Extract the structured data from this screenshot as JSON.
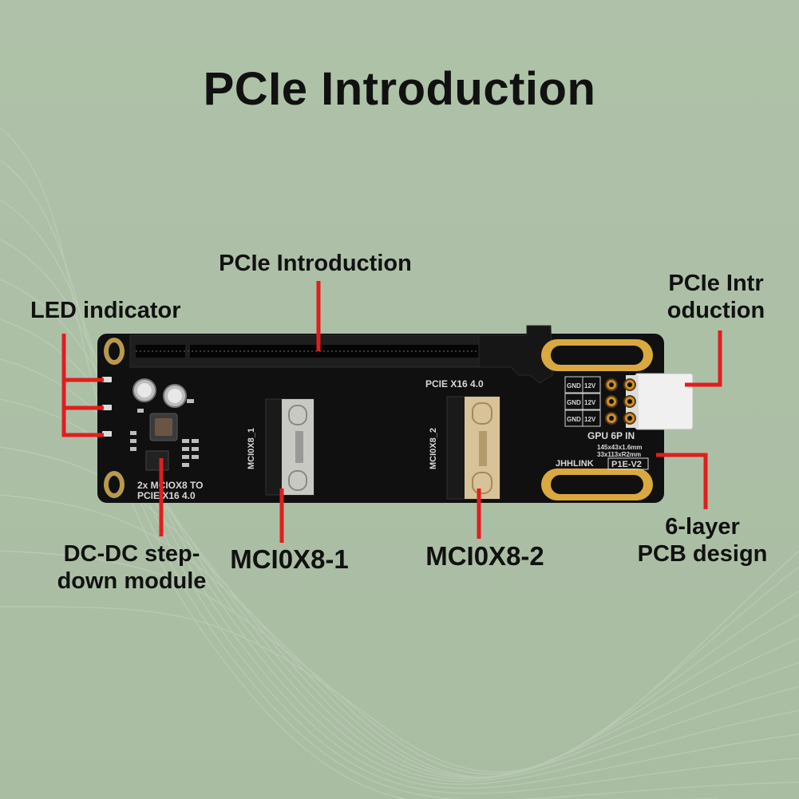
{
  "title": "PCIe Introduction",
  "callouts": {
    "slot": "PCIe Introduction",
    "power_connector": "PCIe Intr\noduction",
    "led": "LED indicator",
    "dcdc": "DC-DC step-\ndown module",
    "port1": "MCI0X8-1",
    "port2": "MCI0X8-2",
    "pcb": "6-layer\nPCB design"
  },
  "board_silkscreen": {
    "slot_label": "PCIE X16 4.0",
    "port1_label": "MCI0X8_1",
    "port2_label": "MCI0X8_2",
    "board_line1": "2x MCIOX8 TO",
    "board_line2": "PCIE X16 4.0",
    "gpu_label": "GPU 6P IN",
    "dims1": "145x43x1.6mm",
    "dims2": "33x113xR2mm",
    "brand": "JHHLINK",
    "version": "P1E-V2",
    "pin_gnd": "GND",
    "pin_12v": "12V"
  },
  "colors": {
    "background": "#b3c5ad",
    "leader_line": "#e01e1e",
    "pcb": "#101010",
    "gold": "#d9a83f",
    "connector": "#f0f0f0"
  }
}
